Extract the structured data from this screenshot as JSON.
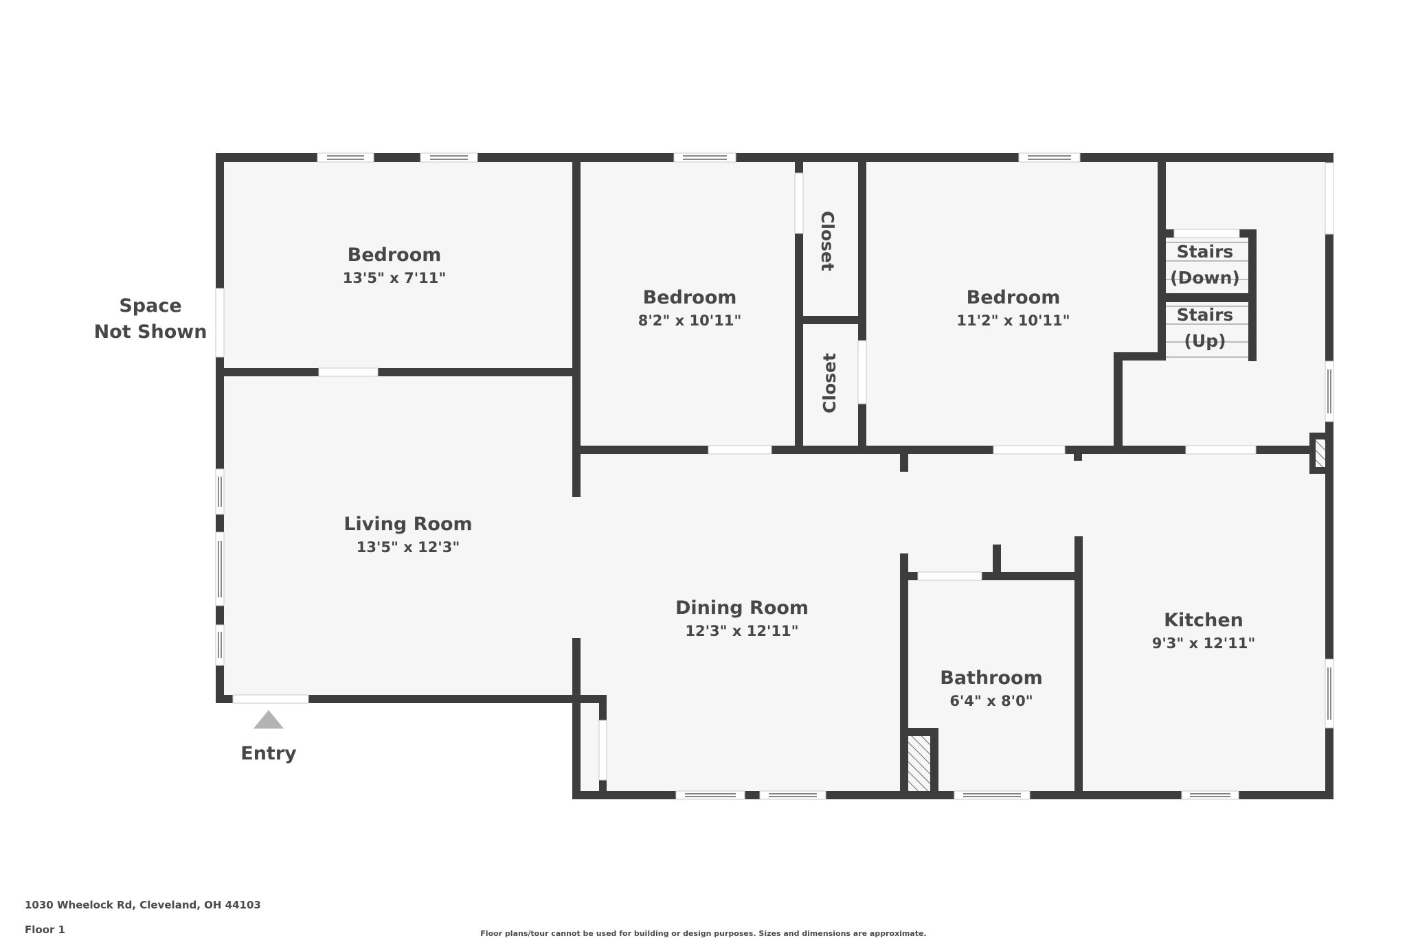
{
  "plan": {
    "address": "1030 Wheelock Rd, Cleveland, OH 44103",
    "floor": "Floor 1",
    "disclaimer": "Floor plans/tour cannot be used for building or design purposes. Sizes and dimensions are approximate.",
    "entry_label": "Entry",
    "space_not_shown": {
      "line1": "Space",
      "line2": "Not Shown"
    },
    "rooms": [
      {
        "name": "Bedroom",
        "dimensions": "13'5\" x 7'11\""
      },
      {
        "name": "Bedroom",
        "dimensions": "8'2\" x 10'11\""
      },
      {
        "name": "Bedroom",
        "dimensions": "11'2\" x 10'11\""
      },
      {
        "name": "Living Room",
        "dimensions": "13'5\" x 12'3\""
      },
      {
        "name": "Dining Room",
        "dimensions": "12'3\" x 12'11\""
      },
      {
        "name": "Bathroom",
        "dimensions": "6'4\" x 8'0\""
      },
      {
        "name": "Kitchen",
        "dimensions": "9'3\" x 12'11\""
      }
    ],
    "closets": [
      {
        "name": "Closet"
      },
      {
        "name": "Closet"
      }
    ],
    "stairs": [
      {
        "line1": "Stairs",
        "line2": "(Down)"
      },
      {
        "line1": "Stairs",
        "line2": "(Up)"
      }
    ],
    "colors": {
      "wall": "#3d3d3d",
      "floor": "#f6f6f6",
      "text": "#474747",
      "entry_marker": "#b3b3b3"
    }
  }
}
